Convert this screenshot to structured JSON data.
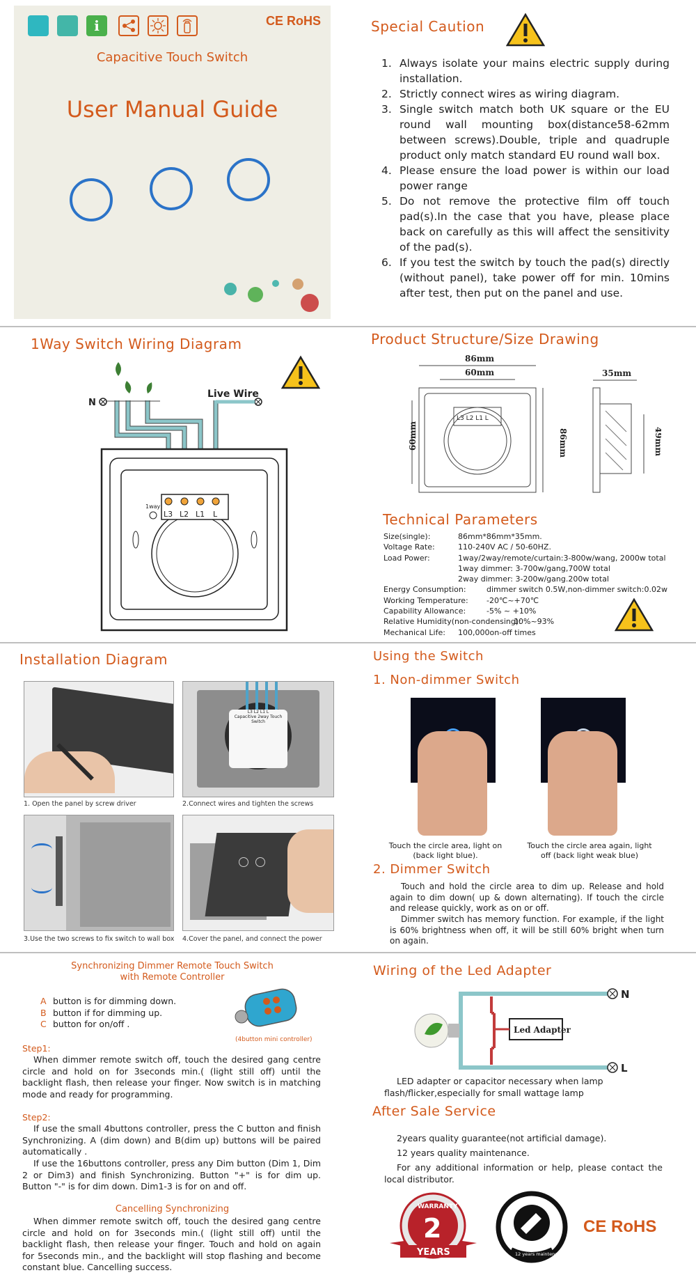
{
  "cover": {
    "ce_rohs": "CE RoHS",
    "subtitle": "Capacitive Touch Switch",
    "title": "User Manual Guide",
    "icons": [
      "luxury-icon",
      "long-life-icon",
      "smart-info-icon",
      "share-icon",
      "light-icon",
      "remote-icon"
    ]
  },
  "caution": {
    "title": "Special Caution",
    "items": [
      {
        "n": "1.",
        "text": "Always isolate your mains electric supply during installation."
      },
      {
        "n": "2.",
        "text": "Strictly connect wires as wiring diagram."
      },
      {
        "n": "3.",
        "text": "Single switch match both UK square or the EU round wall mounting box(distance58-62mm between screws).Double, triple and quadruple product only match standard EU round wall box."
      },
      {
        "n": "4.",
        "text": "Please ensure the load power is within our load power range"
      },
      {
        "n": "5.",
        "text": "Do not remove the protective film off touch pad(s).In the case that you have, please place back on carefully as this will affect the sensitivity of the pad(s)."
      },
      {
        "n": "6.",
        "text": "If you test the switch by touch the pad(s) directly (without panel), take power off for min. 10mins after test, then put on the panel and use."
      }
    ]
  },
  "wiring": {
    "title": "1Way Switch Wiring Diagram",
    "n_label": "N",
    "live_label": "Live Wire",
    "way_label": "1way",
    "terminals": [
      "L3",
      "L2",
      "L1",
      "L"
    ]
  },
  "structure": {
    "title": "Product Structure/Size Drawing",
    "dims": {
      "w86": "86mm",
      "w60": "60mm",
      "h60": "60mm",
      "h86": "86mm",
      "d35": "35mm",
      "d49": "49mm"
    },
    "terminals": "L3 L2 L1 L"
  },
  "tech": {
    "title": "Technical Parameters",
    "rows": [
      {
        "k": "Size(single):",
        "v": "86mm*86mm*35mm."
      },
      {
        "k": "Voltage Rate:",
        "v": "110-240V AC / 50-60HZ."
      },
      {
        "k": "Load Power:",
        "v": "1way/2way/remote/curtain:3-800w/wang, 2000w total"
      },
      {
        "k": "",
        "v": "1way dimmer:  3-700w/gang,700W total"
      },
      {
        "k": "",
        "v": "2way dimmer:  3-200w/gang.200w total"
      },
      {
        "k": "Energy Consumption:",
        "v": "dimmer switch 0.5W,non-dimmer switch:0.02w"
      },
      {
        "k": "Working Temperature:",
        "v": "-20℃~+70℃"
      },
      {
        "k": "Capability Allowance:",
        "v": "-5% ~ +10%"
      },
      {
        "k": "Relative Humidity(non-condensing):",
        "v": "10%~93%"
      },
      {
        "k": "Mechanical Life:",
        "v": "100,000on-off times"
      }
    ]
  },
  "install": {
    "title": "Installation Diagram",
    "captions": [
      "1. Open the panel by screw driver",
      "2.Connect wires and tighten the screws",
      "3.Use the two screws to fix switch to wall box",
      "4.Cover the panel, and connect the power"
    ],
    "module_label": "Capacitive 2way Touch Switch",
    "module_terminals": "L3  L2  L1  L"
  },
  "using": {
    "title": "Using the Switch",
    "non_dimmer_title": "1. Non-dimmer Switch",
    "cap_left": "Touch the circle area, light on (back light blue).",
    "cap_right": "Touch the circle area again, light off (back light weak blue)",
    "dimmer_title": "2. Dimmer Switch",
    "dimmer_p1": "Touch and hold the circle area to dim up. Release and hold again to dim down( up & down alternating). If touch the circle and release quickly, work as on or off.",
    "dimmer_p2": "Dimmer switch has memory function. For example, if the light is 60% brightness when off, it will be still 60% bright when turn on again."
  },
  "sync": {
    "title1": "Synchronizing Dimmer Remote Touch Switch",
    "title2": "with Remote Controller",
    "buttons": [
      {
        "k": "A",
        "v": "button is for dimming down."
      },
      {
        "k": "B",
        "v": "button if for dimming up."
      },
      {
        "k": "C",
        "v": "button for on/off ."
      }
    ],
    "remote_caption": "(4button mini controller)",
    "step1_title": "Step1:",
    "step1_text": "When dimmer remote switch off, touch the desired gang centre circle and hold on for 3seconds min.( (light still off) until the backlight flash, then release your finger. Now switch is in matching mode and ready for programming.",
    "step2_title": "Step2:",
    "step2_p1": "If use the small 4buttons controller, press the C button and finish Synchronizing. A (dim down) and B(dim up) buttons will be paired automatically .",
    "step2_p2": "If use the 16buttons controller, press any Dim button (Dim 1, Dim 2 or Dim3) and finish Synchronizing. Button \"+\" is for dim up. Button \"-\" is for dim down. Dim1-3 is for on and off.",
    "cancel_title": "Cancelling Synchronizing",
    "cancel_text": "When dimmer remote switch off, touch the desired gang centre circle and hold on for 3seconds min.( (light still off) until the backlight flash, then release your finger. Touch and hold on again for 5seconds min., and the backlight will stop flashing and become constant blue. Cancelling success."
  },
  "adapter": {
    "title": "Wiring of the Led Adapter",
    "box_label": "Led Adapter",
    "n_label": "N",
    "l_label": "L",
    "note1": "LED adapter or capacitor necessary when lamp",
    "note2": "flash/flicker,especially for small wattage lamp"
  },
  "after": {
    "title": "After Sale Service",
    "l1": "2years quality guarantee(not artificial damage).",
    "l2": "12 years quality maintenance.",
    "l3": "For any additional information or help, please contact the local distributor.",
    "badge_warranty": "WARRANTY",
    "badge_num": "2",
    "badge_years": "YEARS",
    "seal_text": "12 years maintenance",
    "ce_rohs": "CE RoHS"
  },
  "colors": {
    "accent": "#d35a1c",
    "ring": "#2b73c8",
    "wire": "#8cc6c9"
  }
}
